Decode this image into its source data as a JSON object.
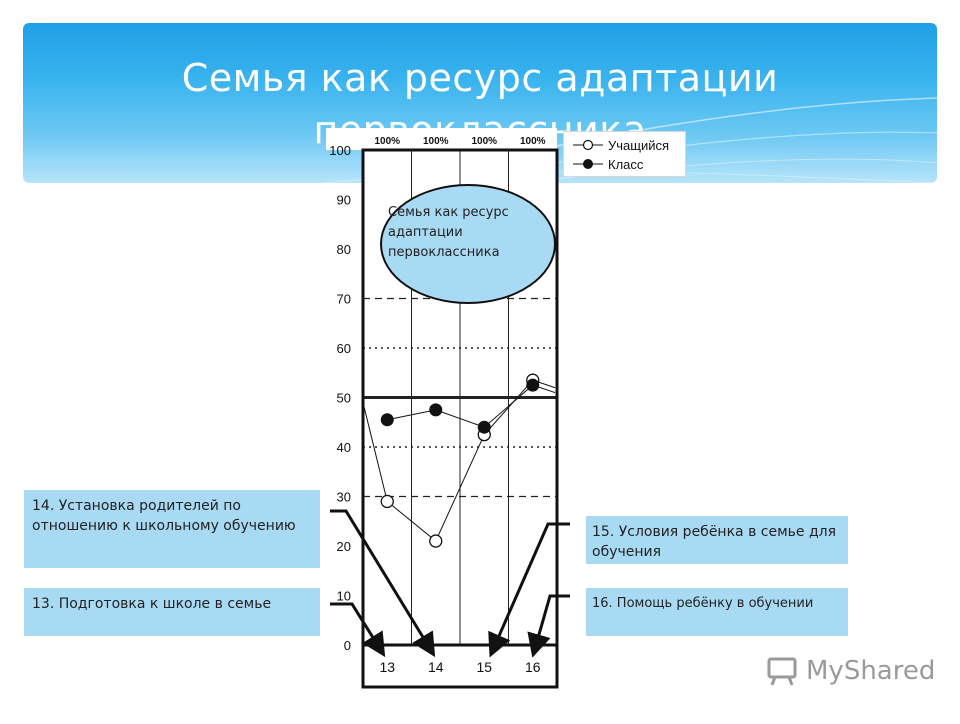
{
  "slide": {
    "title": "Семья как ресурс адаптации первоклассника",
    "ellipse_text": "Семья как ресурс адаптации первоклассника",
    "notes": {
      "item14": "14. Установка родителей по отношению к школьному обучению",
      "item13": "13. Подготовка к школе в семье",
      "item15": "15. Условия ребёнка в семье для обучения",
      "item16": "16. Помощь ребёнку в обучении"
    },
    "watermark": "MyShared"
  },
  "colors": {
    "banner": "#39b3ee",
    "note_bg": "#a9daf4",
    "axis": "#111111"
  },
  "chart_data": {
    "type": "line",
    "categories": [
      "13",
      "14",
      "15",
      "16"
    ],
    "top_labels": [
      "100%",
      "100%",
      "100%",
      "100%"
    ],
    "series": [
      {
        "name": "Учащийся",
        "marker": "open-circle",
        "values": [
          29,
          21,
          42.5,
          53.5
        ]
      },
      {
        "name": "Класс",
        "marker": "filled-circle",
        "values": [
          45.5,
          47.5,
          44,
          52.5
        ]
      }
    ],
    "ylim": [
      0,
      100
    ],
    "yticks": [
      0,
      10,
      20,
      30,
      40,
      50,
      60,
      70,
      80,
      90,
      100
    ],
    "reference_lines": [
      {
        "y": 70,
        "style": "dashed"
      },
      {
        "y": 60,
        "style": "dotted"
      },
      {
        "y": 50,
        "style": "solid"
      },
      {
        "y": 40,
        "style": "dotted"
      },
      {
        "y": 30,
        "style": "dashed"
      }
    ],
    "legend": "top-right"
  }
}
